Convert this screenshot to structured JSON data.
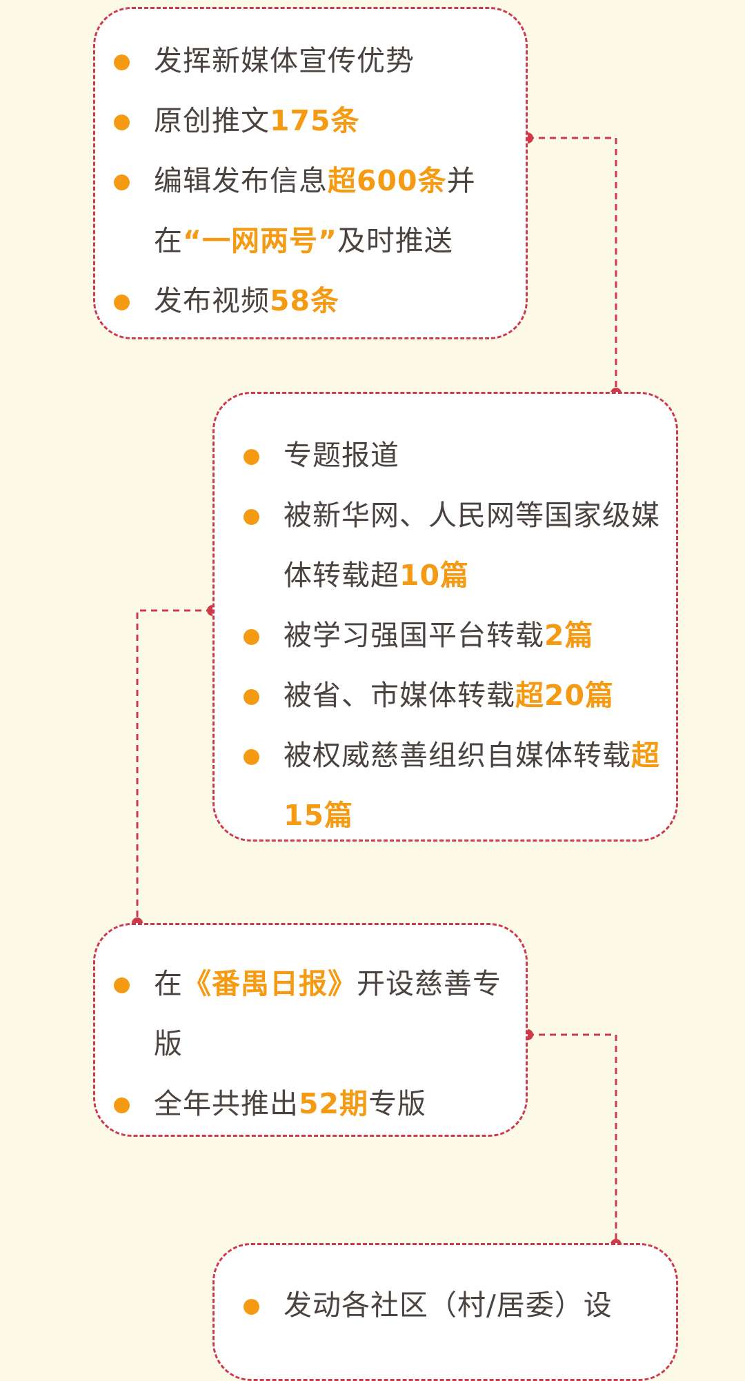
{
  "colors": {
    "background": "#fdfbe8",
    "card": "#ffffff",
    "border": "#cf3a4b",
    "accent": "#f49a13",
    "text": "#4a4340"
  },
  "cards": [
    {
      "items": [
        {
          "segments": [
            {
              "t": "发挥新媒体宣传优势"
            }
          ]
        },
        {
          "segments": [
            {
              "t": "原创推文"
            },
            {
              "t": "175条",
              "hl": true
            }
          ]
        },
        {
          "segments": [
            {
              "t": "编辑发布信息"
            },
            {
              "t": "超600条",
              "hl": true
            },
            {
              "t": "并在"
            },
            {
              "t": "“一网两号”",
              "hl": true
            },
            {
              "t": "及时推送"
            }
          ]
        },
        {
          "segments": [
            {
              "t": "发布视频"
            },
            {
              "t": "58条",
              "hl": true
            }
          ]
        }
      ]
    },
    {
      "items": [
        {
          "segments": [
            {
              "t": "专题报道"
            }
          ]
        },
        {
          "segments": [
            {
              "t": "被新华网、人民网等国家级媒体转载超"
            },
            {
              "t": "10篇",
              "hl": true
            }
          ]
        },
        {
          "segments": [
            {
              "t": "被学习强国平台转载"
            },
            {
              "t": "2篇",
              "hl": true
            }
          ]
        },
        {
          "segments": [
            {
              "t": "被省、市媒体转载"
            },
            {
              "t": "超20篇",
              "hl": true
            }
          ]
        },
        {
          "segments": [
            {
              "t": "被权威慈善组织自媒体转载"
            },
            {
              "t": "超15篇",
              "hl": true
            }
          ]
        }
      ]
    },
    {
      "items": [
        {
          "segments": [
            {
              "t": "在"
            },
            {
              "t": "《番禺日报》",
              "hl": true
            },
            {
              "t": "开设慈善专版"
            }
          ]
        },
        {
          "segments": [
            {
              "t": "全年共推出"
            },
            {
              "t": "52期",
              "hl": true
            },
            {
              "t": "专版"
            }
          ]
        }
      ]
    },
    {
      "items": [
        {
          "segments": [
            {
              "t": "发动各社区（村/居委）设"
            }
          ]
        }
      ]
    }
  ]
}
